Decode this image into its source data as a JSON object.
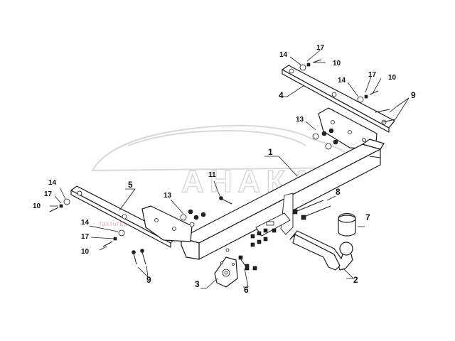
{
  "watermark": {
    "brand": "АНАКА",
    "tagline": "fakturkabartenken"
  },
  "callouts": {
    "c1": "1",
    "c2": "2",
    "c3": "3",
    "c4": "4",
    "c5": "5",
    "c6": "6",
    "c7": "7",
    "c8": "8",
    "c9a": "9",
    "c9b": "9",
    "c10a": "10",
    "c10b": "10",
    "c10c": "10",
    "c10d": "10",
    "c11": "11",
    "c13a": "13",
    "c13b": "13",
    "c14a": "14",
    "c14b": "14",
    "c14c": "14",
    "c14d": "14",
    "c17a": "17",
    "c17b": "17",
    "c17c": "17",
    "c17d": "17"
  },
  "colors": {
    "line": "#1a1a1a",
    "watermark": "#d9d9d9",
    "watermark_sub": "#e3b0b0"
  }
}
